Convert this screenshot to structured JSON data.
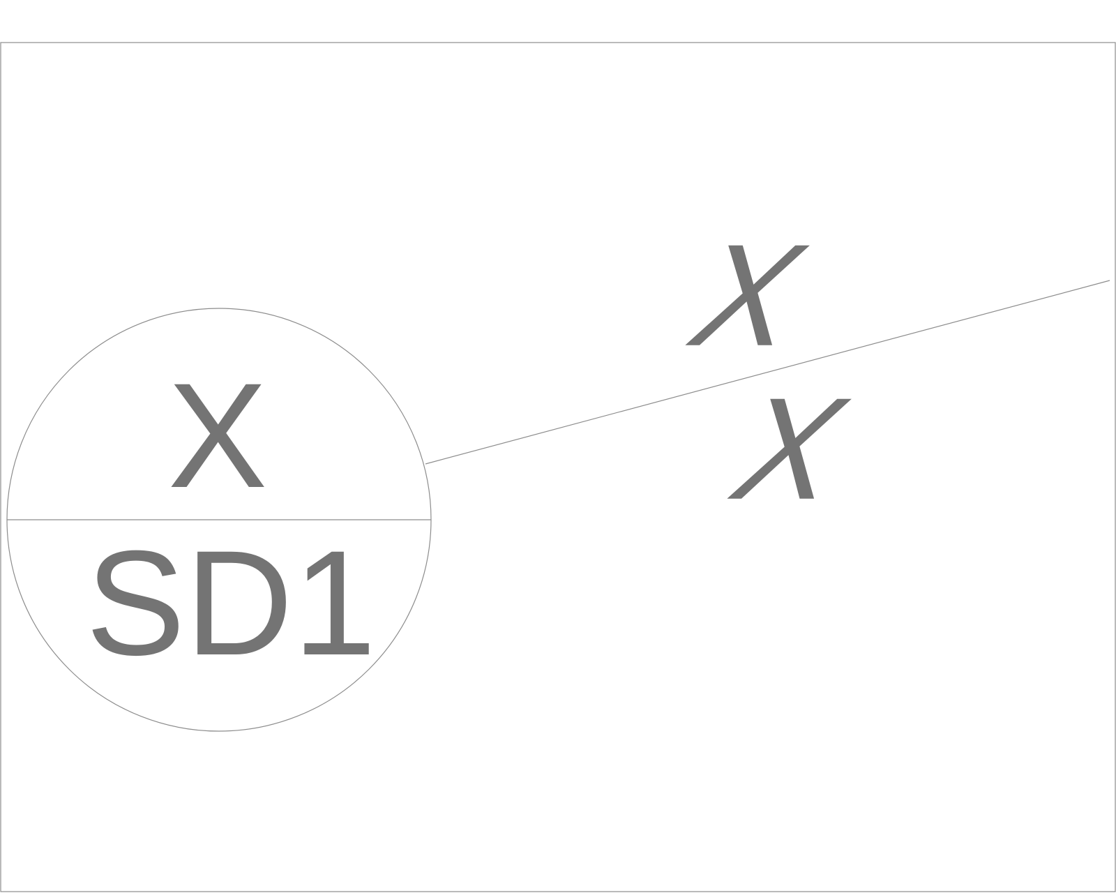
{
  "section_tag": {
    "top_label": "X",
    "bottom_label": "SD1"
  },
  "section_marks": [
    {
      "label": "X"
    },
    {
      "label": "X"
    }
  ],
  "colors": {
    "line": "#8c8c8c",
    "text": "#747474",
    "background": "#ffffff"
  }
}
